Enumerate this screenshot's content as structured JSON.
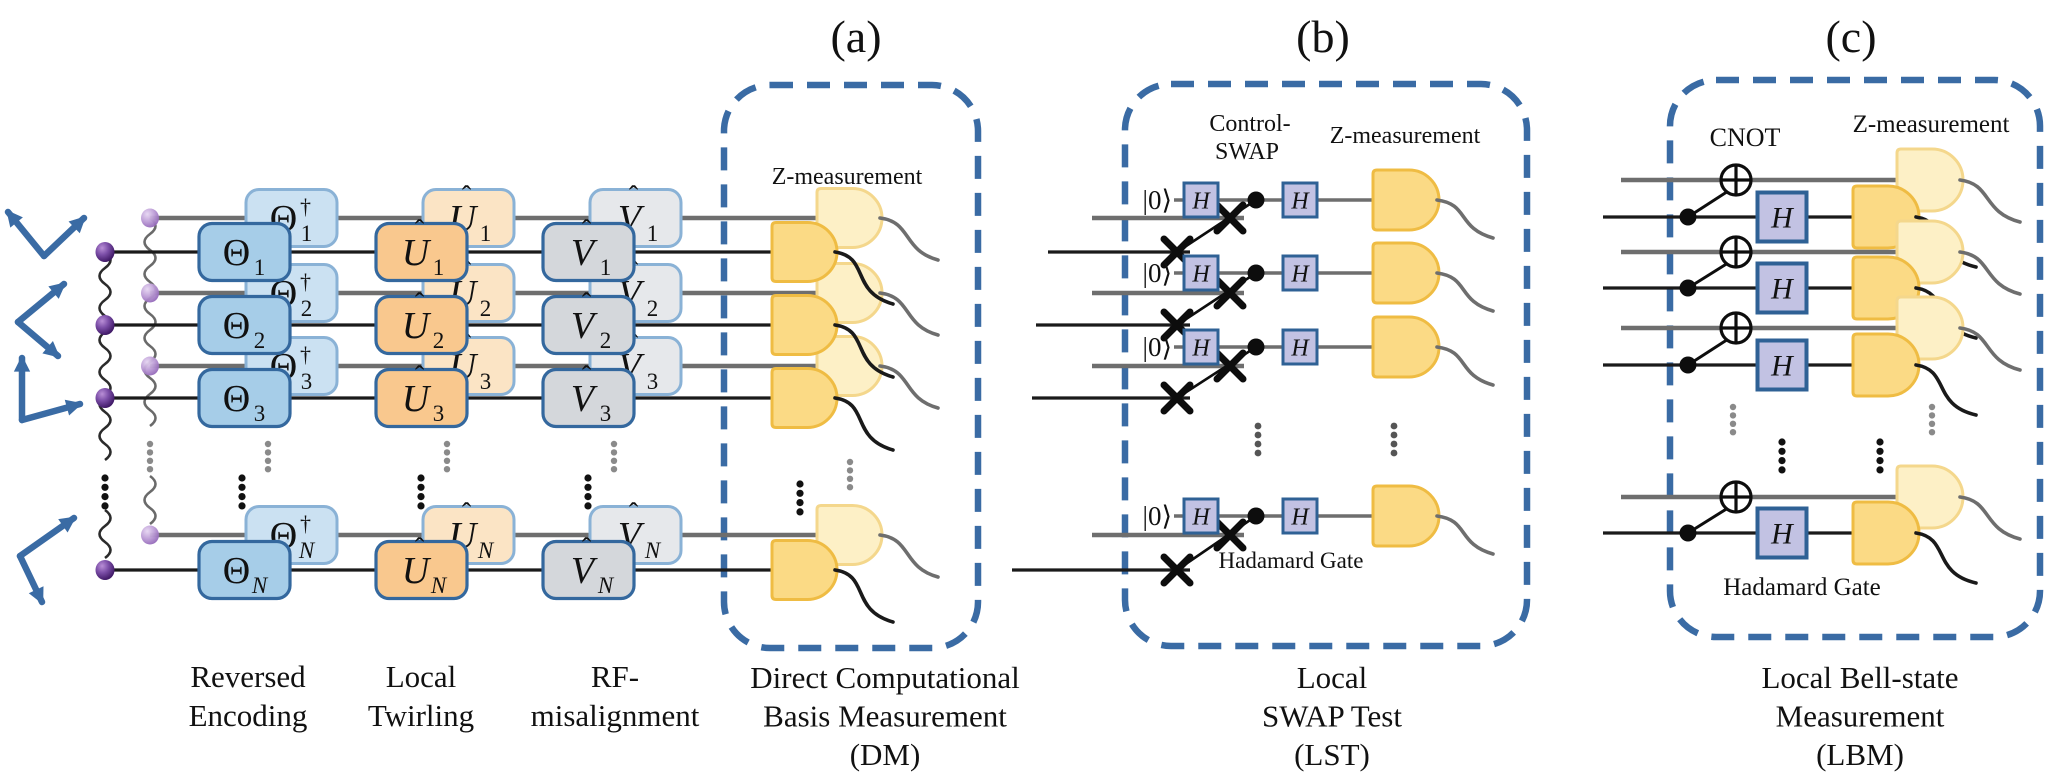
{
  "figure": {
    "panel_labels": {
      "a": "(a)",
      "b": "(b)",
      "c": "(c)"
    },
    "column_captions": [
      [
        "Reversed",
        "Encoding"
      ],
      [
        "Local",
        "Twirling"
      ],
      [
        "RF-",
        "misalignment"
      ]
    ],
    "panel_captions": {
      "a": [
        "Direct Computational",
        "Basis Measurement",
        "(DM)"
      ],
      "b": [
        "Local",
        "SWAP Test",
        "(LST)"
      ],
      "c": [
        "Local Bell-state",
        "Measurement",
        "(LBM)"
      ]
    },
    "titles": {
      "a_z": "Z-measurement",
      "b_control_lines": [
        "Control-",
        "SWAP"
      ],
      "b_z": "Z-measurement",
      "b_hadamard": "Hadamard Gate",
      "c_cnot": "CNOT",
      "c_z": "Z-measurement",
      "c_hadamard": "Hadamard Gate"
    },
    "gate_text": {
      "theta": "Θ",
      "u": "U",
      "v": "V",
      "h": "H",
      "hat": "ˆ",
      "dagger": "†",
      "ket_zero": "|0⟩"
    },
    "row_subscripts": [
      "1",
      "2",
      "3",
      "N"
    ],
    "colors": {
      "accent": "#3A6BA4",
      "line_black": "#1a1a1a",
      "line_gray": "#6E6E6E",
      "theta_front": "#A6CDE8",
      "theta_back": "#CBE1F2",
      "u_front": "#F9C88E",
      "u_back": "#FBE4C5",
      "v_front": "#D4D7DB",
      "v_back": "#E6E8EB",
      "block_border_front": "#34689E",
      "block_border_back": "#8AB2D6",
      "h_fill": "#C2C2E3",
      "h_border": "#2F6195",
      "det_front_fill": "#FBDA85",
      "det_front_stroke": "#EFBC43",
      "det_back_fill": "#FDF0C6",
      "det_back_stroke": "#F4D78C",
      "sphere_dark": "#5B2F86",
      "sphere_dark_hi": "#B98FD6",
      "sphere_light": "#9266B8",
      "sphere_light_hi": "#E6D6F2"
    }
  }
}
